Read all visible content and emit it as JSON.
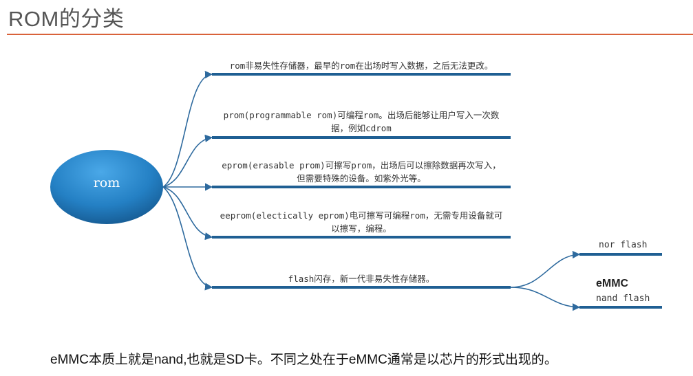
{
  "title": "ROM的分类",
  "center": {
    "label": "rom"
  },
  "nodes": [
    {
      "lines": [
        "rom非易失性存储器，最早的rom在出场时写入数据，之后无法更改。"
      ]
    },
    {
      "lines": [
        "prom(programmable rom)可编程rom。出场后能够让用户写入一次数",
        "据，例如cdrom"
      ]
    },
    {
      "lines": [
        "eprom(erasable prom)可擦写prom，出场后可以擦除数据再次写入，",
        "但需要特殊的设备。如紫外光等。"
      ]
    },
    {
      "lines": [
        "eeprom(electically eprom)电可擦写可编程rom，无需专用设备就可",
        "以擦写，编程。"
      ]
    },
    {
      "lines": [
        "flash闪存，新一代非易失性存储器。"
      ]
    }
  ],
  "flash_branches": [
    {
      "label": "nor flash"
    },
    {
      "label": "nand flash"
    }
  ],
  "emmc_label": "eMMC",
  "footer": "eMMC本质上就是nand,也就是SD卡。不同之处在于eMMC通常是以芯片的形式出现的。",
  "colors": {
    "accent_rule": "#d9623a",
    "connector": "#2e6a9e",
    "bar": "#1f5f93",
    "ellipse": "#2a86c8"
  }
}
